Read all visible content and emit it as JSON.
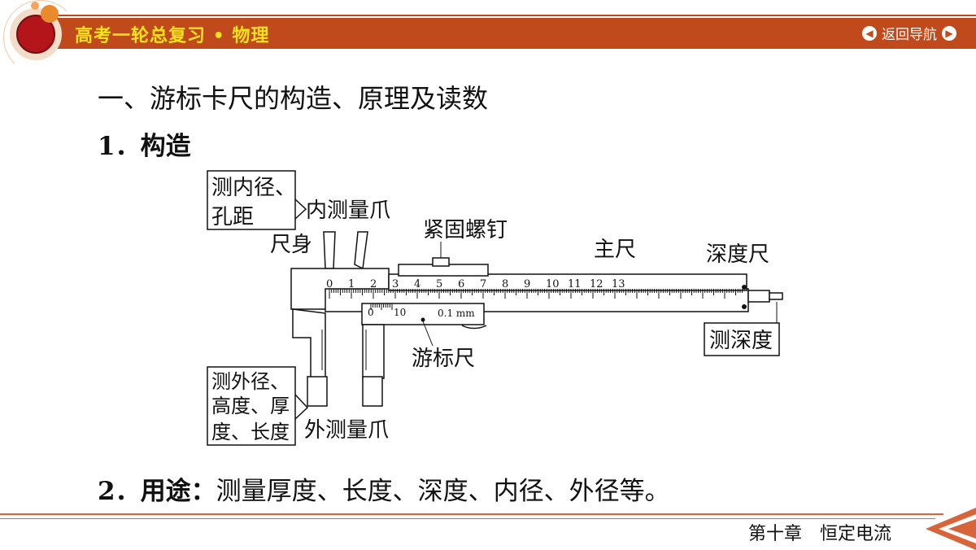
{
  "header": {
    "title": "高考一轮总复习 • 物理",
    "nav_label": "返回导航"
  },
  "content": {
    "heading": "一、游标卡尺的构造、原理及读数",
    "section1": "1．构造",
    "section2_label": "2．用途：",
    "section2_text": "测量厚度、长度、深度、内径、外径等。"
  },
  "diagram": {
    "labels": {
      "inner_measure_box_line1": "测内径、",
      "inner_measure_box_line2": "孔距",
      "inner_jaw": "内测量爪",
      "body": "尺身",
      "screw": "紧固螺钉",
      "main_scale": "主尺",
      "depth_rod": "深度尺",
      "depth_measure": "测深度",
      "vernier": "游标尺",
      "outer_measure_line1": "测外径、",
      "outer_measure_line2": "高度、厚",
      "outer_measure_line3": "度、长度",
      "outer_jaw": "外测量爪",
      "precision": "0.1 mm"
    },
    "main_ticks": [
      "0",
      "1",
      "2",
      "3",
      "4",
      "5",
      "6",
      "7",
      "8",
      "9",
      "10",
      "11",
      "12",
      "13"
    ],
    "vernier_ticks": [
      "0",
      "10"
    ]
  },
  "footer": {
    "chapter": "第十章　恒定电流"
  },
  "colors": {
    "bar": "#c04a1c",
    "title": "#f5e21b",
    "logo": "#b4151a"
  }
}
